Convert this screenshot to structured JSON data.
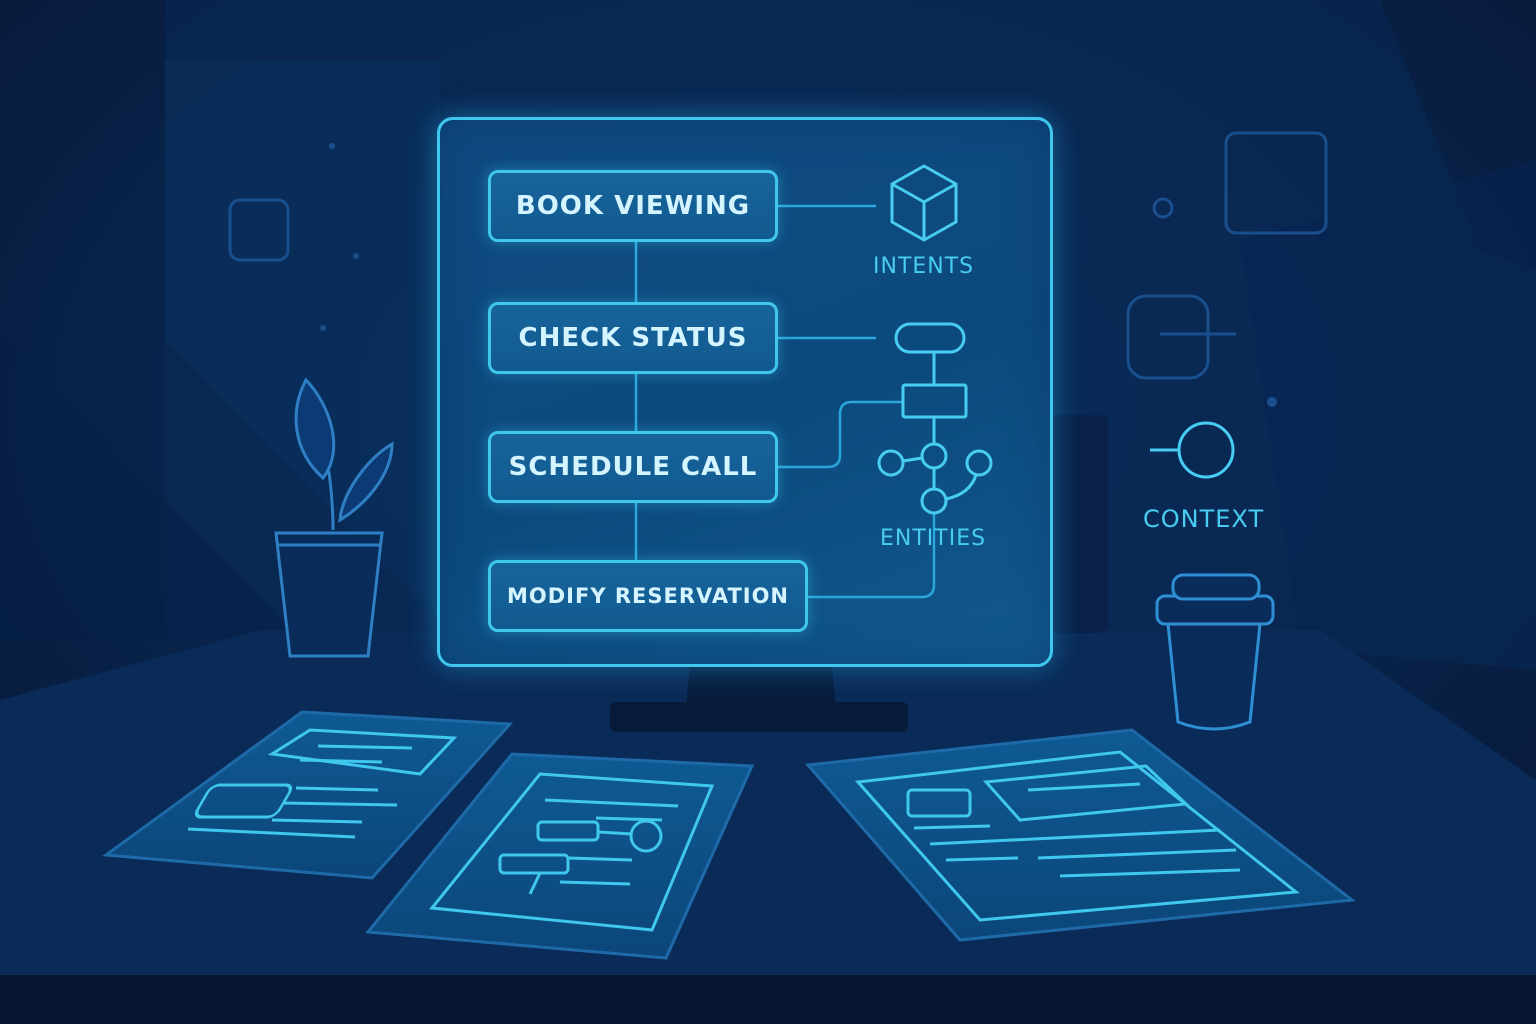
{
  "flow": {
    "items": [
      {
        "label": "BOOK VIEWING"
      },
      {
        "label": "CHECK STATUS"
      },
      {
        "label": "SCHEDULE CALL"
      },
      {
        "label": "MODIFY RESERVATION"
      }
    ]
  },
  "labels": {
    "intents": "INTENTS",
    "entities": "ENTITIES",
    "context": "CONTEXT"
  },
  "icons": [
    "cube-icon",
    "entity-graph-icon",
    "context-circle-icon",
    "plant-icon",
    "coffee-cup-icon",
    "document-icon"
  ],
  "colors": {
    "background": "#061a3a",
    "accent": "#3fc7ee",
    "screen_fill": "#0f4a80",
    "text": "#d4f4ff"
  }
}
